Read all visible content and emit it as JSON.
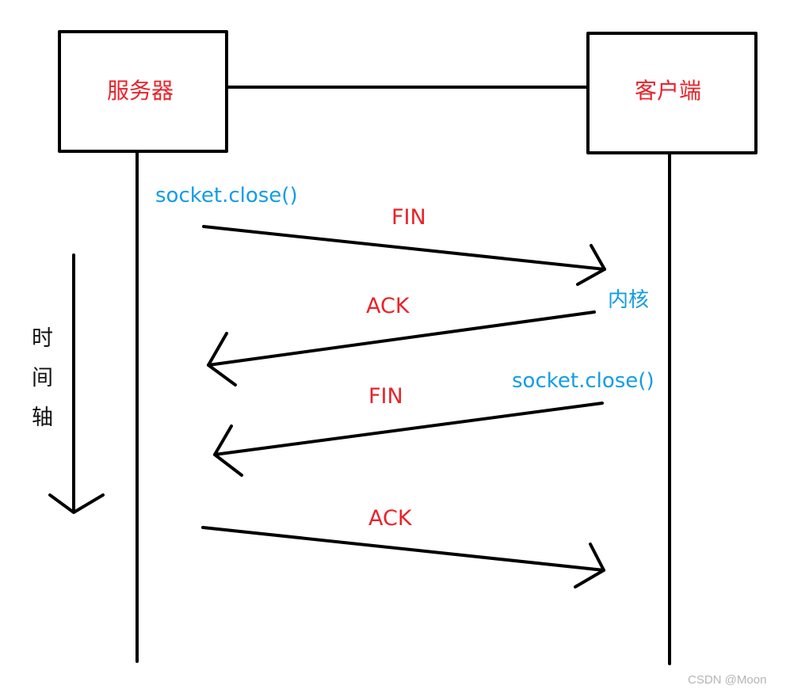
{
  "server": {
    "label": "服务器"
  },
  "client": {
    "label": "客户端"
  },
  "messages": [
    {
      "label": "FIN",
      "direction": "server-to-client"
    },
    {
      "label": "ACK",
      "direction": "client-to-server"
    },
    {
      "label": "FIN",
      "direction": "client-to-server"
    },
    {
      "label": "ACK",
      "direction": "server-to-client"
    }
  ],
  "annotations": {
    "server_close": "socket.close()",
    "client_kernel": "内核",
    "client_close": "socket.close()"
  },
  "time_axis": {
    "label_chars": [
      "时",
      "间",
      "轴"
    ]
  },
  "watermark": "CSDN @Moon",
  "colors": {
    "line": "#000000",
    "message_label": "#e8232a",
    "annotation": "#149ce4",
    "box_label": "#e8232a"
  }
}
